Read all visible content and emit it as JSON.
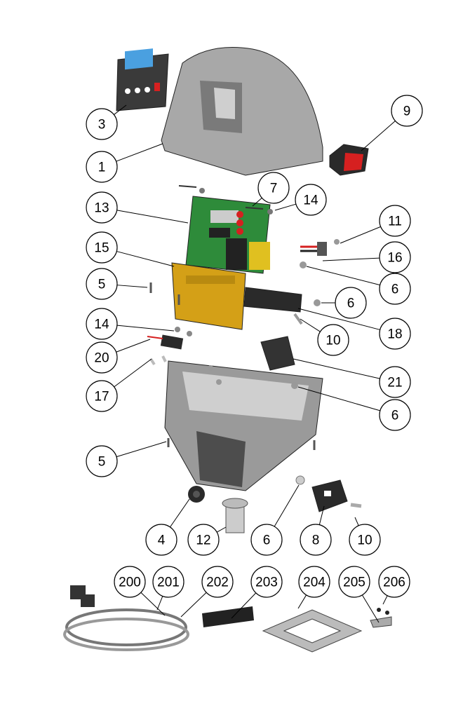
{
  "diagram": {
    "type": "exploded-parts-view",
    "callouts": [
      {
        "label": "3",
        "target": "display-keypad"
      },
      {
        "label": "1",
        "target": "top-cover"
      },
      {
        "label": "9",
        "target": "rocker-switch"
      },
      {
        "label": "7",
        "target": "screw"
      },
      {
        "label": "14",
        "target": "nut"
      },
      {
        "label": "13",
        "target": "circuit-board"
      },
      {
        "label": "11",
        "target": "small-screw"
      },
      {
        "label": "15",
        "target": "mounting-bracket"
      },
      {
        "label": "16",
        "target": "wired-connector"
      },
      {
        "label": "5",
        "target": "screw"
      },
      {
        "label": "6",
        "target": "nut"
      },
      {
        "label": "6",
        "target": "nut"
      },
      {
        "label": "14",
        "target": "nut"
      },
      {
        "label": "18",
        "target": "terminal-block"
      },
      {
        "label": "10",
        "target": "screw"
      },
      {
        "label": "20",
        "target": "fuse-holder"
      },
      {
        "label": "17",
        "target": "screw"
      },
      {
        "label": "21",
        "target": "relay"
      },
      {
        "label": "6",
        "target": "nut"
      },
      {
        "label": "5",
        "target": "screw"
      },
      {
        "label": "4",
        "target": "grommet"
      },
      {
        "label": "12",
        "target": "cable-gland"
      },
      {
        "label": "6",
        "target": "washer"
      },
      {
        "label": "8",
        "target": "power-inlet"
      },
      {
        "label": "10",
        "target": "screw"
      },
      {
        "label": "200",
        "target": "power-cord"
      },
      {
        "label": "201",
        "target": "power-cord"
      },
      {
        "label": "202",
        "target": "power-cord"
      },
      {
        "label": "203",
        "target": "foam-strip"
      },
      {
        "label": "204",
        "target": "gasket-plate"
      },
      {
        "label": "205",
        "target": "clip"
      },
      {
        "label": "206",
        "target": "screw"
      }
    ],
    "colors": {
      "housing": "#8a8a8a",
      "board": "#2e8b3a",
      "bracket": "#d4a017",
      "switch": "#d62020",
      "screen": "#4aa0e0"
    }
  }
}
